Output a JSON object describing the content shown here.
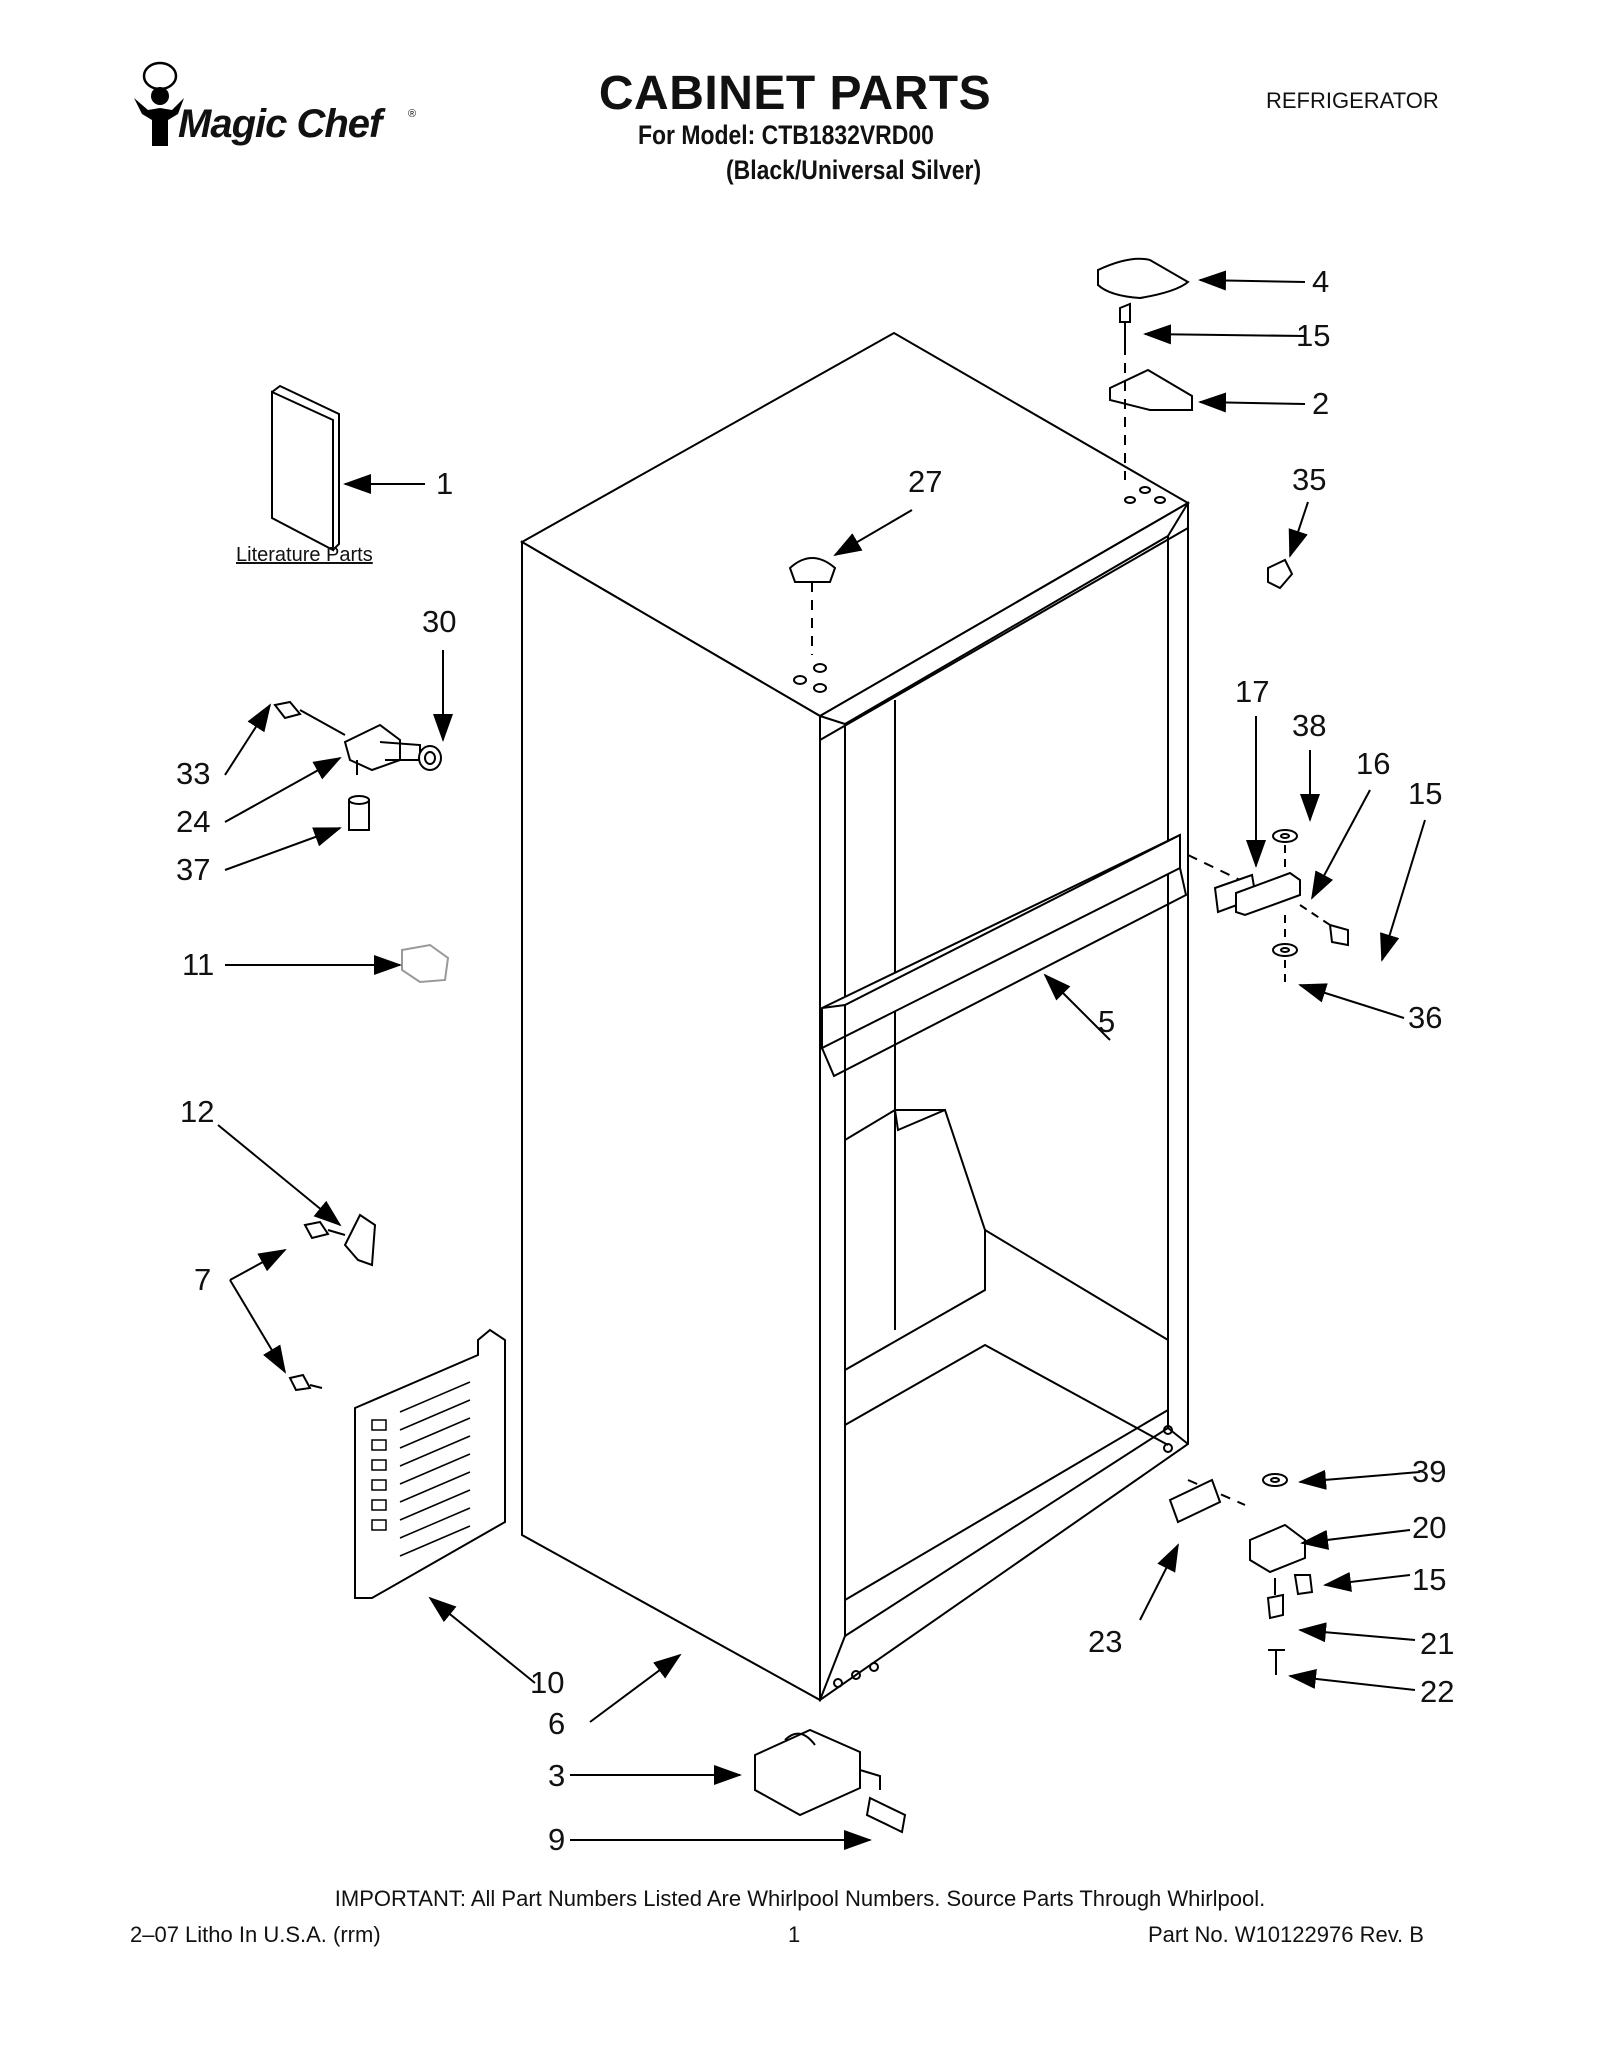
{
  "header": {
    "brand": "Magic Chef",
    "brand_mark": "®",
    "title": "CABINET PARTS",
    "model_line": "For Model: CTB1832VRD00",
    "color_line": "(Black/Universal Silver)",
    "appliance": "REFRIGERATOR"
  },
  "diagram": {
    "literature_label": "Literature Parts",
    "callouts": {
      "c1": "1",
      "c2": "2",
      "c3": "3",
      "c4": "4",
      "c5": "5",
      "c6": "6",
      "c7": "7",
      "c9": "9",
      "c10": "10",
      "c11": "11",
      "c12": "12",
      "c15a": "15",
      "c15b": "15",
      "c15c": "15",
      "c16": "16",
      "c17": "17",
      "c20": "20",
      "c21": "21",
      "c22": "22",
      "c23": "23",
      "c24": "24",
      "c27": "27",
      "c30": "30",
      "c33": "33",
      "c35": "35",
      "c36": "36",
      "c37": "37",
      "c38": "38",
      "c39": "39"
    }
  },
  "footer": {
    "important": "IMPORTANT: All Part Numbers Listed Are Whirlpool Numbers. Source Parts Through Whirlpool.",
    "litho": "2–07 Litho In U.S.A. (rrm)",
    "page": "1",
    "part_no": "Part No. W10122976 Rev. B"
  }
}
